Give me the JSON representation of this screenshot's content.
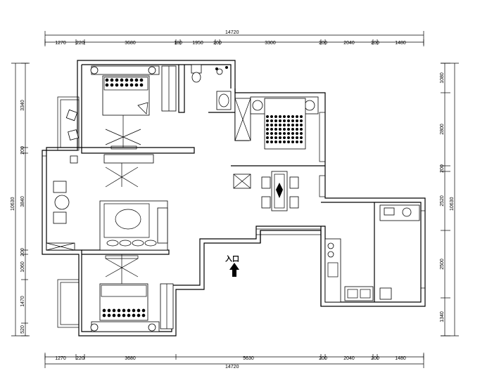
{
  "dimensions": {
    "top_total": "14720",
    "top_segments": [
      "1270",
      "220",
      "3680",
      "180",
      "1950",
      "200",
      "3300",
      "200",
      "2040",
      "200",
      "1480"
    ],
    "bottom_total": "14720",
    "bottom_segments": [
      "1270",
      "220",
      "3680",
      "5630",
      "200",
      "2040",
      "200",
      "1480"
    ],
    "left_total": "10630",
    "left_segments": [
      "3340",
      "200",
      "3840",
      "200",
      "1060",
      "1470",
      "520"
    ],
    "right_total": "10630",
    "right_segments": [
      "1080",
      "2800",
      "200",
      "2520",
      "2500",
      "1340"
    ]
  },
  "labels": {
    "entrance": "入口"
  },
  "icons": {
    "entrance_arrow": "arrow-up-icon"
  }
}
